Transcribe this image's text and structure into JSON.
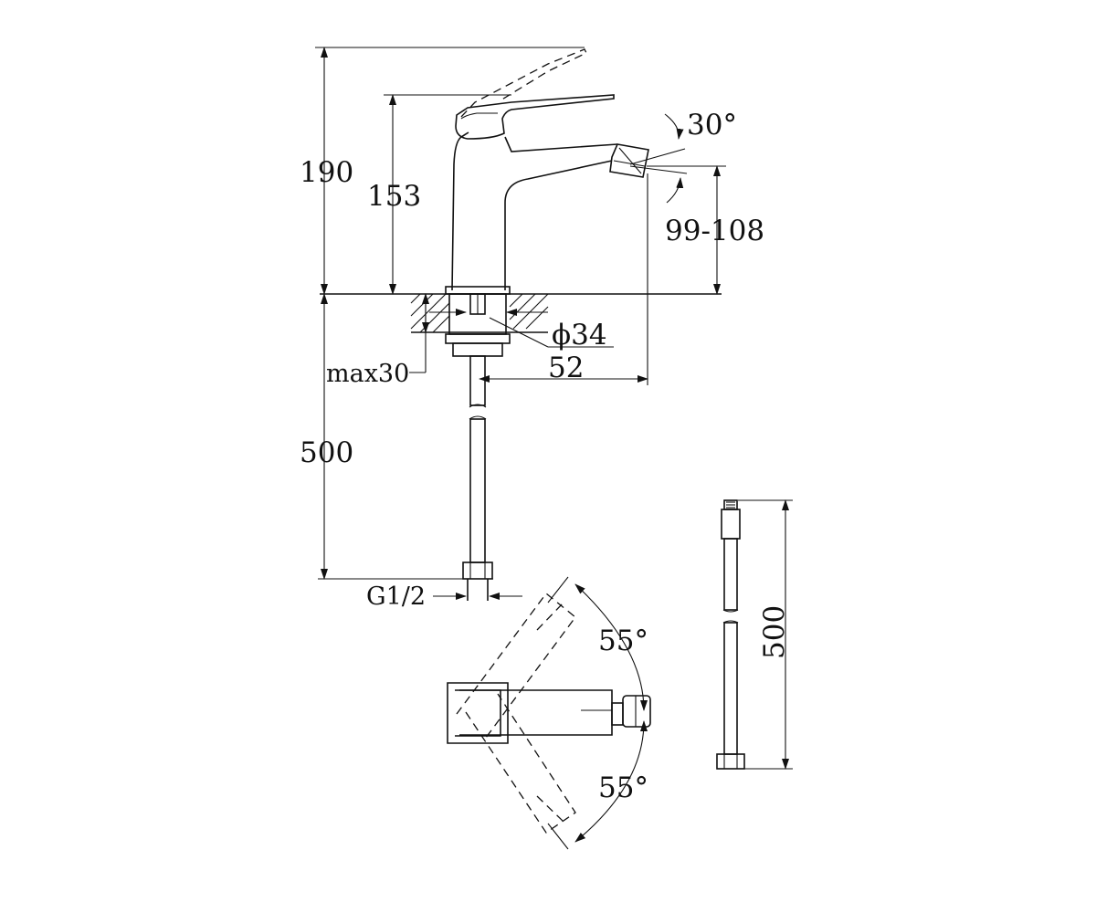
{
  "dimensions": {
    "total_height": "190",
    "spout_height": "153",
    "angle_top": "30°",
    "outlet_height": "99-108",
    "hole_diameter": "ϕ34",
    "reach": "52",
    "max_thickness": "max30",
    "hose_length": "500",
    "connection": "G1/2",
    "rotate_left": "55°",
    "rotate_right": "55°",
    "hose_length_side": "500"
  }
}
